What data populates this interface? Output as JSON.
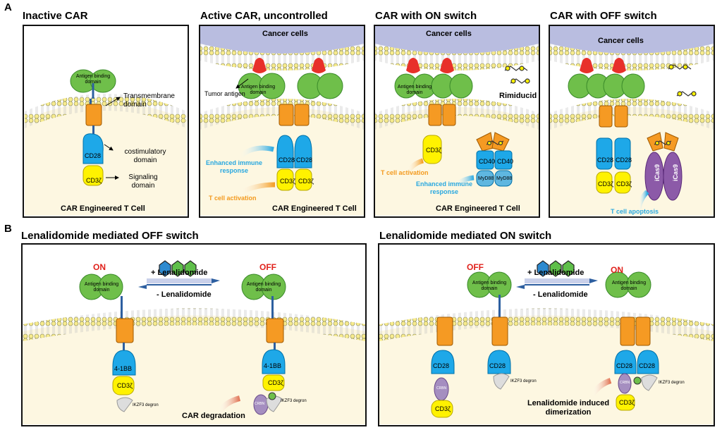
{
  "section_a": "A",
  "section_b": "B",
  "panels": {
    "inactive": {
      "title": "Inactive CAR",
      "antigen_binding": "Antigen binding domain",
      "transmembrane": "Transmembrane domain",
      "costimulatory": "costimulatory domain",
      "signaling": "Signaling domain",
      "cd28": "CD28",
      "cd3z": "CD3ζ",
      "caption": "CAR Engineered T Cell"
    },
    "active": {
      "title": "Active CAR, uncontrolled",
      "cancer": "Cancer cells",
      "tumor_antigen": "Tumor antigen",
      "antigen_binding": "Antigen binding domain",
      "cd28a": "CD28",
      "cd28b": "CD28",
      "cd3za": "CD3ζ",
      "cd3zb": "CD3ζ",
      "enhanced": "Enhanced immune response",
      "activation": "T cell activation",
      "caption": "CAR Engineered T Cell"
    },
    "on": {
      "title": "CAR with ON switch",
      "cancer": "Cancer cells",
      "antigen_binding": "Antigen binding domain",
      "drug": "Rimiducid",
      "cd3z": "CD3ζ",
      "cd40a": "CD40",
      "cd40b": "CD40",
      "myd88a": "MyD88",
      "myd88b": "MyD88",
      "activation": "T cell activation",
      "enhanced": "Enhanced immune response",
      "caption": "CAR Engineered T Cell"
    },
    "off": {
      "title": "CAR with OFF switch",
      "cancer": "Cancer cells",
      "cd28a": "CD28",
      "cd28b": "CD28",
      "cd3za": "CD3ζ",
      "cd3zb": "CD3ζ",
      "icas9a": "iCas9",
      "icas9b": "iCas9",
      "apoptosis": "T cell apoptosis"
    }
  },
  "bottom_left": {
    "title": "Lenalidomide mediated OFF switch",
    "on": "ON",
    "off": "OFF",
    "plus": "+ Lenalidomide",
    "minus": "- Lenalidomide",
    "antigen_binding1": "Antigen binding domain",
    "antigen_binding2": "Antigen binding domain",
    "bb1": "4-1BB",
    "bb2": "4-1BB",
    "cd3z1": "CD3ζ",
    "cd3z2": "CD3ζ",
    "degron1": "IKZF3 degron",
    "degron2": "IKZF3 degron",
    "crbn": "CRBN",
    "result": "CAR degradation"
  },
  "bottom_right": {
    "title": "Lenalidomide mediated ON switch",
    "off": "OFF",
    "on": "ON",
    "plus": "+ Lenalidomide",
    "minus": "- Lenalidomide",
    "antigen_binding1": "Antigen binding domain",
    "antigen_binding2": "Antigen binding domain",
    "cd28a": "CD28",
    "cd28b": "CD28",
    "cd28c": "CD28",
    "cd28d": "CD28",
    "crbn1": "CRBN",
    "crbn2": "CRBN",
    "cd3z1": "CD3ζ",
    "cd3z2": "CD3ζ",
    "degron1": "IKZF3 degron",
    "degron2": "IKZF3 degron",
    "result": "Lenalidomide induced dimerization"
  },
  "colors": {
    "green": "#6fbf4a",
    "orange": "#f59a23",
    "blue_domain": "#1ea8e8",
    "yellow": "#fff200",
    "membrane": "#f4e98a",
    "cytoplasm": "#fdf7e1",
    "cancer": "#b9bde0",
    "purple": "#8c5aa8",
    "red": "#e0211b"
  }
}
